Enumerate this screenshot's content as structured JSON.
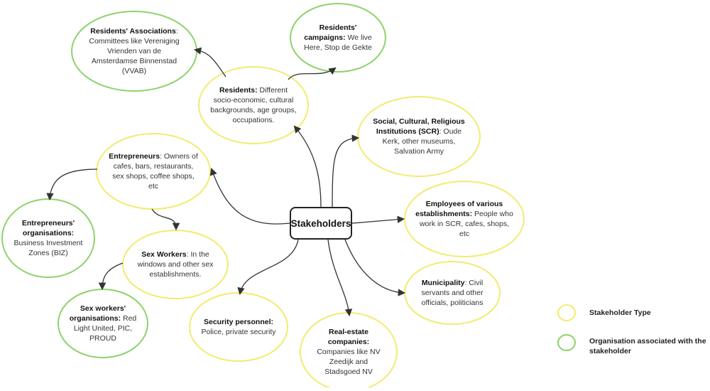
{
  "center": {
    "label": "Stakeholders"
  },
  "colors": {
    "stakeholder": "#f2eb6e",
    "organisation": "#8cd36a",
    "line": "#333333"
  },
  "nodes": [
    {
      "id": "residents-associations",
      "type": "organisation",
      "bold": "Residents' Associations",
      "text": ": Committees like Vereniging Vrienden van de Amsterdamse Binnenstad (VVAB)"
    },
    {
      "id": "residents-campaigns",
      "type": "organisation",
      "bold": "Residents' campaigns:",
      "text": " We live Here, Stop de Gekte"
    },
    {
      "id": "residents",
      "type": "stakeholder",
      "bold": "Residents:",
      "text": " Different socio-economic, cultural backgrounds, age groups, occupations."
    },
    {
      "id": "scr",
      "type": "stakeholder",
      "bold": "Social, Cultural, Religious Institutions (SCR)",
      "text": ": Oude Kerk, other museums, Salvation Army"
    },
    {
      "id": "entrepreneurs",
      "type": "stakeholder",
      "bold": "Entrepreneurs",
      "text": ": Owners of cafes, bars, restaurants, sex shops, coffee shops, etc"
    },
    {
      "id": "entrepreneurs-organisations",
      "type": "organisation",
      "bold": "Entrepreneurs' organisations:",
      "text": " Business Investment Zones (BIZ)"
    },
    {
      "id": "employees",
      "type": "stakeholder",
      "bold": "Employees of various establishments:",
      "text": "  People who work in SCR, cafes, shops, etc"
    },
    {
      "id": "sex-workers",
      "type": "stakeholder",
      "bold": "Sex Workers",
      "text": ": In the windows and other sex establishments."
    },
    {
      "id": "sex-workers-organisations",
      "type": "organisation",
      "bold": "Sex workers' organisations:",
      "text": " Red Light United, PIC, PROUD"
    },
    {
      "id": "municipality",
      "type": "stakeholder",
      "bold": "Municipality",
      "text": ": Civil servants and other officials, politicians"
    },
    {
      "id": "security",
      "type": "stakeholder",
      "bold": "Security personnel:",
      "text": " Police, private security"
    },
    {
      "id": "real-estate",
      "type": "stakeholder",
      "bold": "Real-estate companies:",
      "text": " Companies like NV Zeedijk and Stadsgoed NV"
    }
  ],
  "legend": [
    {
      "type": "stakeholder",
      "label": "Stakeholder Type"
    },
    {
      "type": "organisation",
      "label": "Organisation associated with the stakeholder"
    }
  ]
}
